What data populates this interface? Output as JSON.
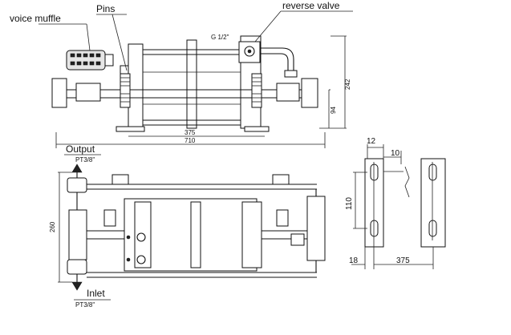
{
  "labels": {
    "voice_muffle": "voice muffle",
    "pins": "Pins",
    "reverse_valve": "reverse valve",
    "output": "Output",
    "inlet": "Inlet"
  },
  "specs": {
    "top_port": "G 1/2\"",
    "output_port": "PT3/8\"",
    "inlet_port": "PT3/8\""
  },
  "dimensions": {
    "top_width_inner": "375",
    "top_width_total": "710",
    "top_height": "242",
    "top_height_center": "94",
    "front_height": "260",
    "side_d12": "12",
    "side_d10": "10",
    "side_d110": "110",
    "side_d18": "18",
    "side_d375": "375"
  }
}
